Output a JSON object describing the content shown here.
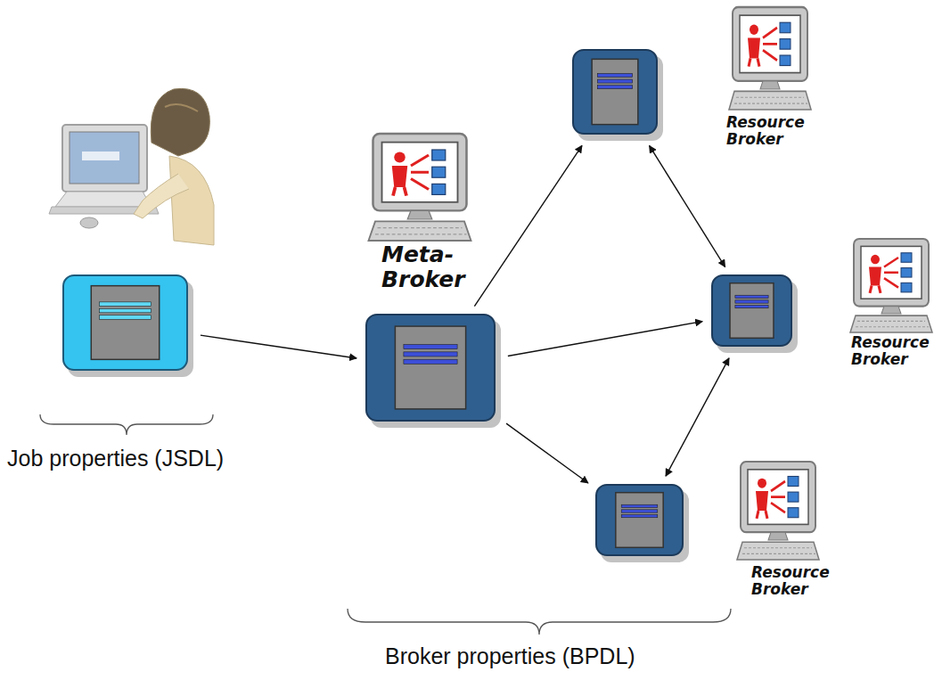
{
  "diagram": {
    "nodes": [
      {
        "text": []
      },
      {
        "text": [
          "Meta-Broker"
        ]
      },
      {
        "text": [
          "Resource Broker"
        ]
      },
      {
        "text": [
          "Resource Broker"
        ]
      },
      {
        "text": [
          "Resource Broker"
        ]
      }
    ],
    "edges": [
      {
        "from": 0,
        "to": 1,
        "arrow": "to"
      },
      {
        "from": 1,
        "to": 2,
        "arrow": "to"
      },
      {
        "from": 1,
        "to": 3,
        "arrow": "to"
      },
      {
        "from": 1,
        "to": 4,
        "arrow": "to"
      },
      {
        "from": 2,
        "to": 3,
        "arrow": "both"
      },
      {
        "from": 3,
        "to": 4,
        "arrow": "both"
      }
    ],
    "labels": [
      "Job properties (JSDL)",
      "Broker properties (BPDL)"
    ]
  }
}
